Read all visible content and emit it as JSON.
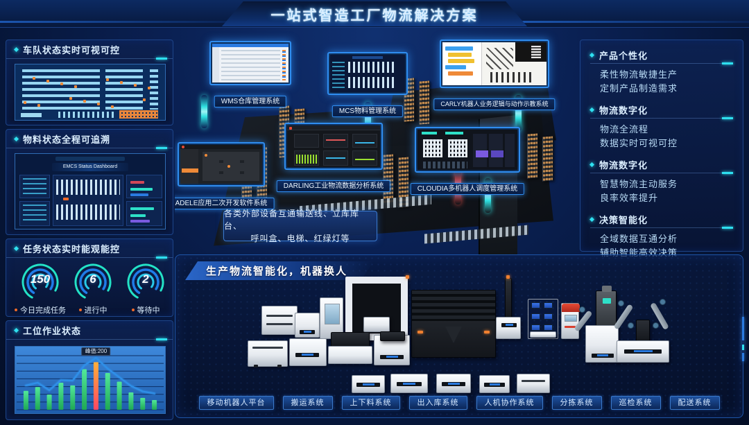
{
  "header": {
    "title": "一站式智造工厂物流解决方案"
  },
  "left_sidebar": {
    "fleet_panel": {
      "title": "车队状态实时可视可控"
    },
    "material_panel": {
      "title": "物料状态全程可追溯",
      "screen_title": "EMCS Status Dashboard"
    },
    "task_panel": {
      "title": "任务状态实时能观能控"
    },
    "station_panel": {
      "title": "工位作业状态"
    }
  },
  "scene": {
    "systems": [
      {
        "label": "WMS仓库管理系统"
      },
      {
        "label": "MCS物料管理系统"
      },
      {
        "label": "CARLY机器人业务逻辑与动作示教系统"
      },
      {
        "label": "ADELE应用二次开发软件系统"
      },
      {
        "label": "DARLING工业物流数据分析系统"
      },
      {
        "label": "CLOUDIA多机器人调度管理系统"
      }
    ],
    "note": {
      "line1": "各类外部设备互通输送线、立库库台、",
      "line2": "呼叫盒、电梯、红绿灯等"
    }
  },
  "right_sidebar": {
    "sections": [
      {
        "title": "产品个性化",
        "lines": [
          "柔性物流敏捷生产",
          "定制产品制造需求"
        ]
      },
      {
        "title": "物流数字化",
        "lines": [
          "物流全流程",
          "数据实时可视可控"
        ]
      },
      {
        "title": "物流数字化",
        "lines": [
          "智慧物流主动服务",
          "良率效率提升"
        ]
      },
      {
        "title": "决策智能化",
        "lines": [
          "全域数据互通分析",
          "辅助智能高效决策"
        ]
      }
    ]
  },
  "bottom": {
    "title": "生产物流智能化，机器换人",
    "buttons": [
      "移动机器人平台",
      "搬运系统",
      "上下料系统",
      "出入库系统",
      "人机协作系统",
      "分拣系统",
      "巡检系统",
      "配送系统"
    ]
  },
  "chart_data": [
    {
      "type": "bar",
      "title": "工位作业状态",
      "categories": [
        "",
        "",
        "",
        "",
        "",
        "",
        "",
        "",
        "",
        "",
        "",
        ""
      ],
      "values": [
        35,
        42,
        28,
        50,
        45,
        75,
        88,
        68,
        52,
        32,
        22,
        18
      ],
      "line_values": [
        45,
        50,
        36,
        55,
        54,
        82,
        96,
        76,
        60,
        44,
        34,
        30
      ],
      "highlight_index": 6,
      "tooltip": "峰值:200",
      "xlabel": "",
      "ylabel": "",
      "ylim": [
        0,
        100
      ],
      "grid": true,
      "legend": "none"
    },
    {
      "type": "gauge",
      "title": "任务状态实时能观能控",
      "items": [
        {
          "label": "今日完成任务",
          "value": 150
        },
        {
          "label": "进行中",
          "value": 6
        },
        {
          "label": "等待中",
          "value": 2
        }
      ]
    }
  ],
  "colors": {
    "background": "#0a2052",
    "accent_cyan": "#2ee0f0",
    "panel_border": "#1d4488",
    "header_text": "#dcefff",
    "orange": "#ef8a38",
    "monitor_border": "#2f8df0",
    "bar_green": "#35d678",
    "bar_highlight": "#ff7a3c",
    "line_blue": "#2f8fe8",
    "gauge_teal": "#23e2c6",
    "gauge_blue": "#1f7ce8",
    "button_border": "#3a78c8"
  }
}
